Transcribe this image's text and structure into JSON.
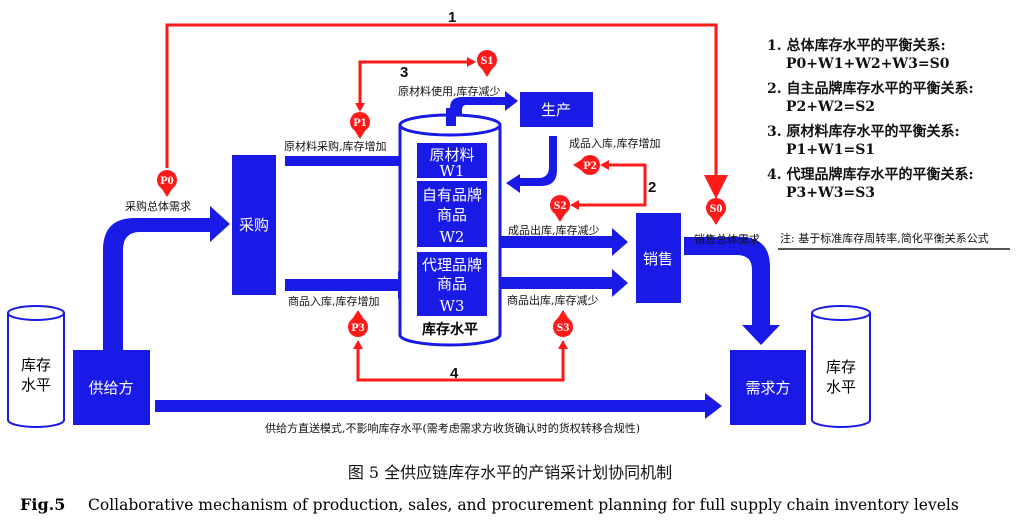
{
  "colors": {
    "flow": "#1a1ae6",
    "control": "#ff1a1a"
  },
  "nodes": {
    "purchase": "采购",
    "production": "生产",
    "sales": "销售",
    "supplier": "供给方",
    "demander": "需求方",
    "inventory_level": "库存水平",
    "left_stock": [
      "库存",
      "水平"
    ],
    "right_stock": [
      "库存",
      "水平"
    ],
    "w1": [
      "原材料",
      "W1"
    ],
    "w2": [
      "自有品牌",
      "商品",
      "W2"
    ],
    "w3": [
      "代理品牌",
      "商品",
      "W3"
    ]
  },
  "markers": {
    "p0": "P0",
    "p1": "P1",
    "p2": "P2",
    "p3": "P3",
    "s0": "S0",
    "s1": "S1",
    "s2": "S2",
    "s3": "S3"
  },
  "loops": {
    "l1": "1",
    "l2": "2",
    "l3": "3",
    "l4": "4"
  },
  "flow_labels": {
    "purchase_demand": "采购总体需求",
    "raw_purchase": "原材料采购,库存增加",
    "goods_in": "商品入库,库存增加",
    "raw_use": "原材料使用,库存减少",
    "finished_in": "成品入库,库存增加",
    "finished_out": "成品出库,库存减少",
    "goods_out": "商品出库,库存减少",
    "sales_demand": "销售总体需求",
    "direct": "供给方直送模式,不影响库存水平(需考虑需求方收货确认时的货权转移合规性)"
  },
  "rules": [
    {
      "title": "1. 总体库存水平的平衡关系:",
      "formula": "P0+W1+W2+W3=S0"
    },
    {
      "title": "2. 自主品牌库存水平的平衡关系:",
      "formula": "P2+W2=S2"
    },
    {
      "title": "3. 原材料库存水平的平衡关系:",
      "formula": "P1+W1=S1"
    },
    {
      "title": "4. 代理品牌库存水平的平衡关系:",
      "formula": "P3+W3=S3"
    }
  ],
  "note": "注: 基于标准库存周转率,简化平衡关系公式",
  "caption_cn": "图 5    全供应链库存水平的产销采计划协同机制",
  "caption_en_label": "Fig.5",
  "caption_en": "Collaborative mechanism of production, sales, and procurement planning for full supply chain inventory levels"
}
